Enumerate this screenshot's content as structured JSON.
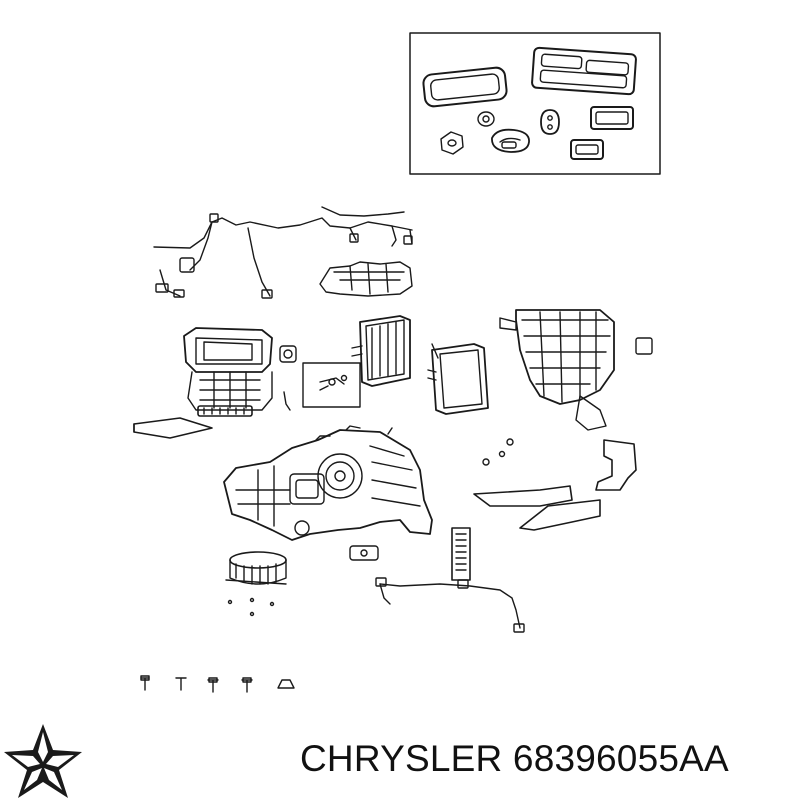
{
  "diagram": {
    "brand_logo": "chrysler-pentastar-logo",
    "brand": "CHRYSLER",
    "part_number": "68396055AA"
  },
  "colors": {
    "line": "#1a1a1a",
    "caption": "#111111",
    "background": "#ffffff"
  }
}
